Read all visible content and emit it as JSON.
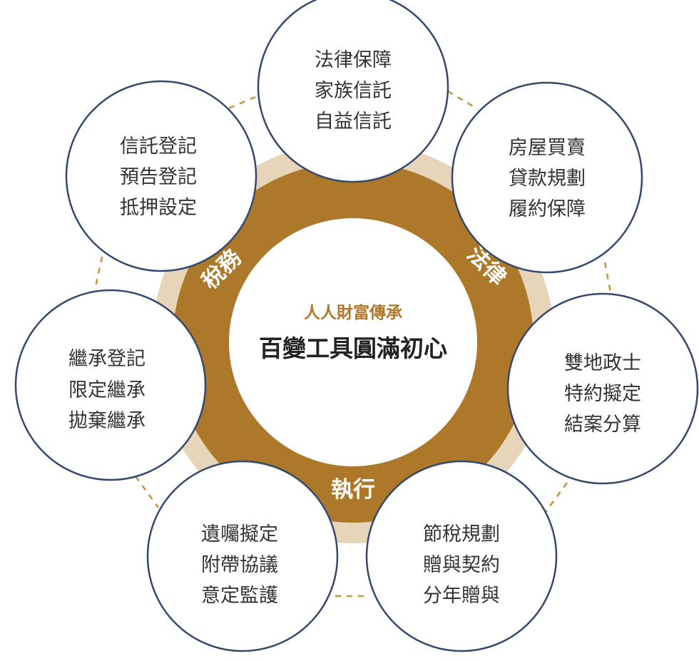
{
  "center": {
    "subtitle": "人人財富傳承",
    "title": "百變工具圓滿初心"
  },
  "ring_labels": {
    "tax": "稅務",
    "law": "法律",
    "exec": "執行"
  },
  "nodes": [
    {
      "lines": [
        "法律保障",
        "家族信託",
        "自益信託"
      ]
    },
    {
      "lines": [
        "房屋買賣",
        "貸款規劃",
        "履約保障"
      ]
    },
    {
      "lines": [
        "雙地政士",
        "特約擬定",
        "結案分算"
      ]
    },
    {
      "lines": [
        "節稅規劃",
        "贈與契約",
        "分年贈與"
      ]
    },
    {
      "lines": [
        "遺囑擬定",
        "附帶協議",
        "意定監護"
      ]
    },
    {
      "lines": [
        "繼承登記",
        "限定繼承",
        "拋棄繼承"
      ]
    },
    {
      "lines": [
        "信託登記",
        "預告登記",
        "抵押設定"
      ]
    }
  ],
  "colors": {
    "outer_ring": "#e6d5b8",
    "main_ring": "#ad7829",
    "node_stroke": "#34496e",
    "dashed_connector": "#c9903e",
    "center_subtitle": "#b0782a"
  }
}
